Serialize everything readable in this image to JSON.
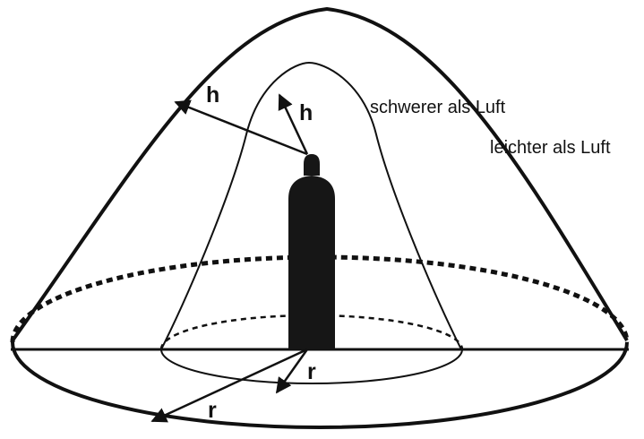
{
  "labels": {
    "heavier_than_air": "schwerer als Luft",
    "lighter_than_air": "leichter als Luft",
    "height_outer": "h",
    "height_inner": "h",
    "radius_inner": "r",
    "radius_outer": "r"
  },
  "colors": {
    "stroke": "#111111",
    "cylinder": "#161616",
    "background": "#ffffff"
  }
}
